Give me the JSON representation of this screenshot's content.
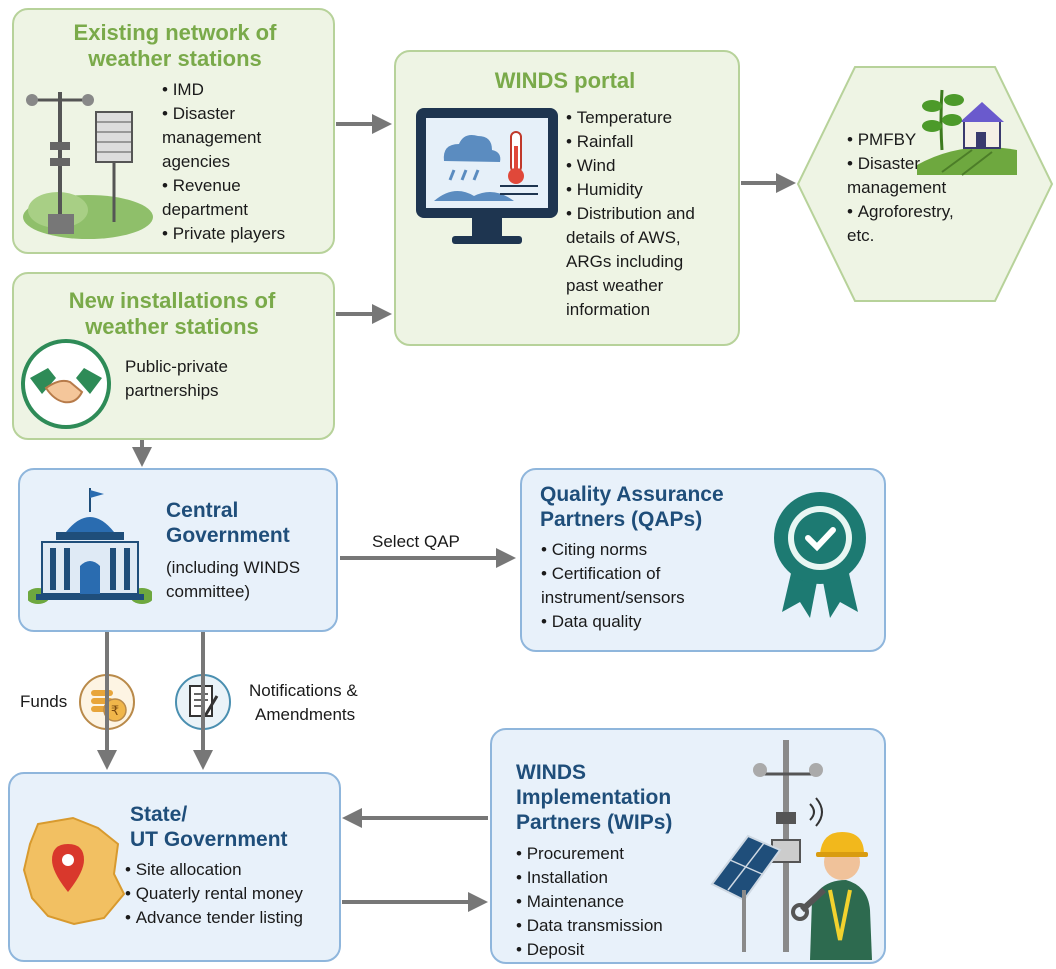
{
  "existing": {
    "title_line1": "Existing network of",
    "title_line2": "weather stations",
    "items": [
      "IMD",
      "Disaster",
      "management",
      "agencies",
      "Revenue",
      "department",
      "Private players"
    ]
  },
  "winds_portal": {
    "title": "WINDS portal",
    "items": [
      "Temperature",
      "Rainfall",
      "Wind",
      "Humidity",
      "Distribution and",
      "details of AWS,",
      "ARGs including",
      "past weather",
      "information"
    ]
  },
  "uses": {
    "items": [
      "PMFBY",
      "Disaster",
      "management",
      "Agroforestry,",
      "etc."
    ]
  },
  "new_install": {
    "title_line1": "New installations of",
    "title_line2": "weather stations",
    "text_line1": "Public-private",
    "text_line2": "partnerships"
  },
  "central": {
    "title_line1": "Central",
    "title_line2": "Government",
    "sub_line1": "(including WINDS",
    "sub_line2": "committee)"
  },
  "select_qap": "Select QAP",
  "qap": {
    "title_line1": "Quality Assurance",
    "title_line2": "Partners (QAPs)",
    "items": [
      "Citing norms",
      "Certification of",
      "instrument/sensors",
      "Data quality"
    ]
  },
  "funds_label": "Funds",
  "notifications_line1": "Notifications &",
  "notifications_line2": "Amendments",
  "state": {
    "title_line1": "State/",
    "title_line2": "UT Government",
    "items": [
      "Site allocation",
      "Quaterly rental money",
      "Advance tender listing"
    ]
  },
  "wip": {
    "title_line1": "WINDS",
    "title_line2": "Implementation",
    "title_line3": "Partners (WIPs)",
    "items": [
      "Procurement",
      "Installation",
      "Maintenance",
      "Data transmission",
      "Deposit"
    ]
  },
  "colors": {
    "green_title": "#7aaa4a",
    "blue_title": "#1f4e7a",
    "arrow": "#777777"
  }
}
